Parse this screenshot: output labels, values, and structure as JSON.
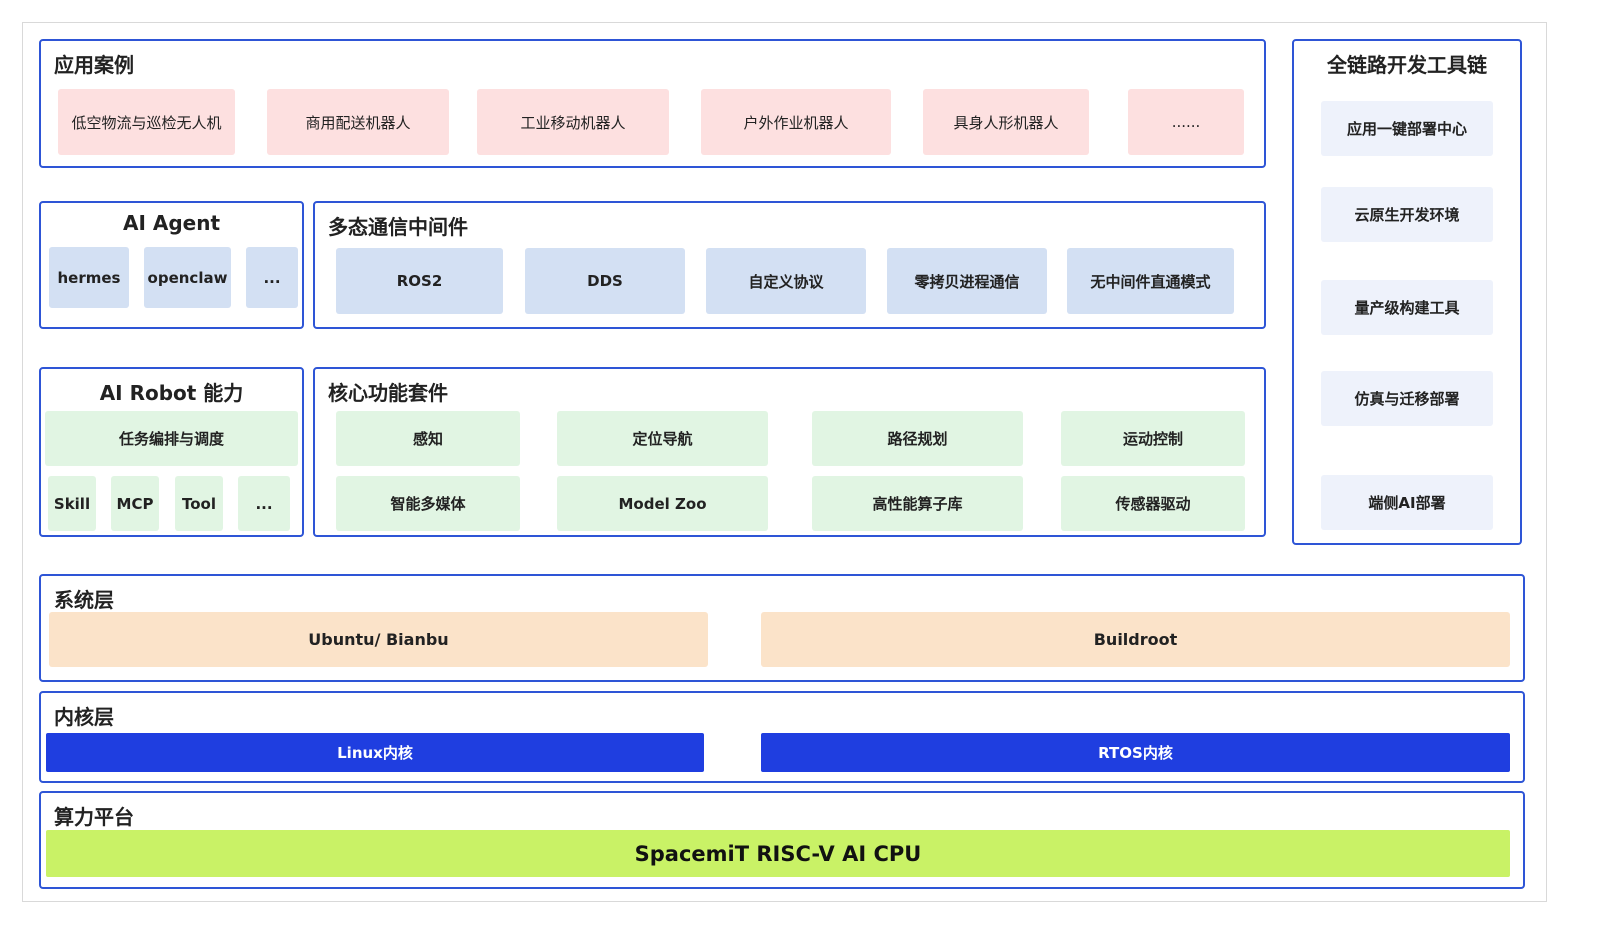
{
  "application": {
    "title": "应用案例",
    "cases": [
      "低空物流与巡检无人机",
      "商用配送机器人",
      "工业移动机器人",
      "户外作业机器人",
      "具身人形机器人",
      "......"
    ]
  },
  "toolchain": {
    "title": "全链路开发工具链",
    "items": [
      "应用一键部署中心",
      "云原生开发环境",
      "量产级构建工具",
      "仿真与迁移部署",
      "端侧AI部署"
    ]
  },
  "ai_agent": {
    "title": "AI Agent",
    "items": [
      "hermes",
      "openclaw",
      "..."
    ]
  },
  "middleware": {
    "title": "多态通信中间件",
    "items": [
      "ROS2",
      "DDS",
      "自定义协议",
      "零拷贝进程通信",
      "无中间件直通模式"
    ]
  },
  "ai_robot": {
    "title": "AI Robot 能力",
    "orchestration": "任务编排与调度",
    "items": [
      "Skill",
      "MCP",
      "Tool",
      "..."
    ]
  },
  "core_kit": {
    "title": "核心功能套件",
    "row1": [
      "感知",
      "定位导航",
      "路径规划",
      "运动控制"
    ],
    "row2": [
      "智能多媒体",
      "Model Zoo",
      "高性能算子库",
      "传感器驱动"
    ]
  },
  "system_layer": {
    "title": "系统层",
    "items": [
      "Ubuntu/ Bianbu",
      "Buildroot"
    ]
  },
  "kernel_layer": {
    "title": "内核层",
    "items": [
      "Linux内核",
      "RTOS内核"
    ]
  },
  "compute_platform": {
    "title": "算力平台",
    "cpu": "SpacemiT RISC-V AI CPU"
  },
  "colors": {
    "panel_border": "#2e55d6",
    "application_case": "#fde0e0",
    "middleware": "#d3e0f3",
    "core_function": "#e1f5e3",
    "toolchain_item": "#eef2fb",
    "system_os": "#fbe3c9",
    "kernel": "#1f3ee0",
    "cpu": "#c9f266"
  }
}
